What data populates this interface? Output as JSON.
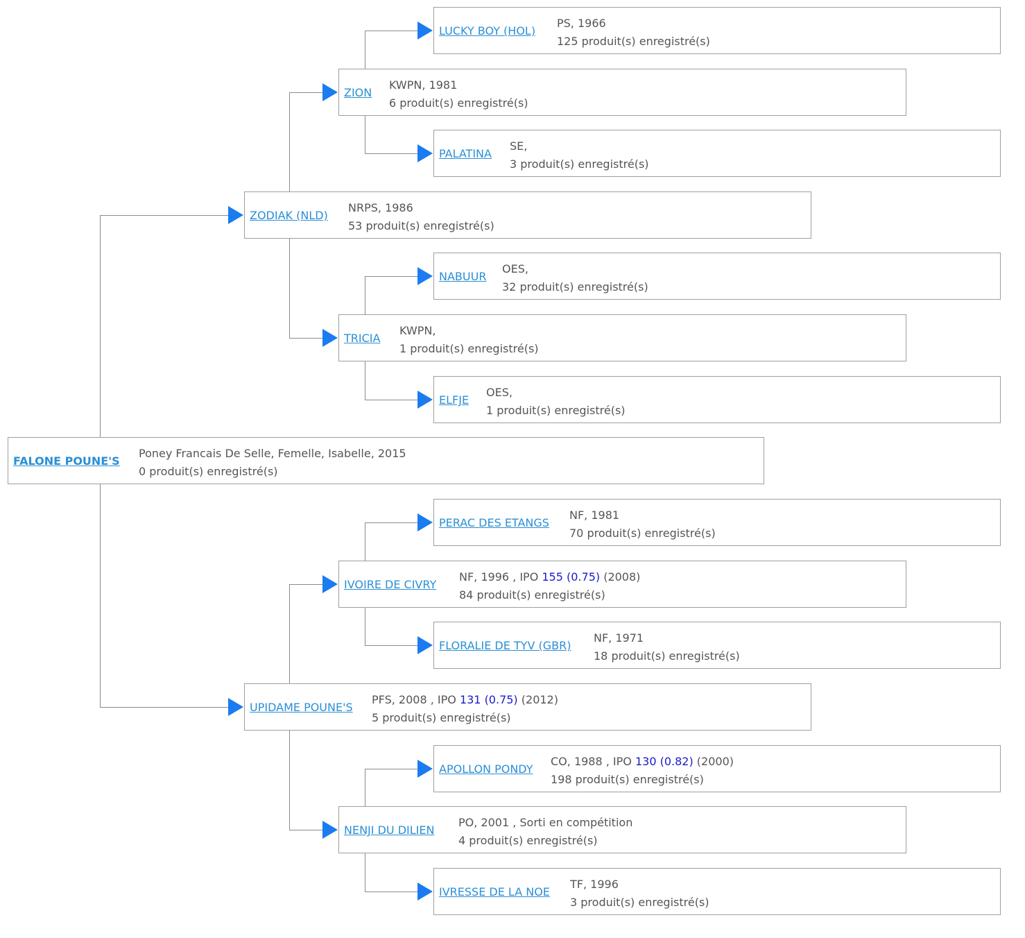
{
  "nodes": [
    {
      "id": "subject",
      "name": "FALONE POUNE'S",
      "meta": "Poney Francais De Selle, Femelle, Isabelle, 2015",
      "count": "0 produit(s) enregistré(s)"
    },
    {
      "id": "sire",
      "name": "ZODIAK (NLD)",
      "meta": "NRPS, 1986",
      "count": "53 produit(s) enregistré(s)"
    },
    {
      "id": "sire_sire",
      "name": "ZION",
      "meta": "KWPN, 1981",
      "count": "6 produit(s) enregistré(s)"
    },
    {
      "id": "sire_sire_sire",
      "name": "LUCKY BOY (HOL)",
      "meta": "PS, 1966",
      "count": "125 produit(s) enregistré(s)"
    },
    {
      "id": "sire_sire_dam",
      "name": "PALATINA",
      "meta": "SE,",
      "count": "3 produit(s) enregistré(s)"
    },
    {
      "id": "sire_dam",
      "name": "TRICIA",
      "meta": "KWPN,",
      "count": "1 produit(s) enregistré(s)"
    },
    {
      "id": "sire_dam_sire",
      "name": "NABUUR",
      "meta": "OES,",
      "count": "32 produit(s) enregistré(s)"
    },
    {
      "id": "sire_dam_dam",
      "name": "ELFJE",
      "meta": "OES,",
      "count": "1 produit(s) enregistré(s)"
    },
    {
      "id": "dam",
      "name": "UPIDAME POUNE'S",
      "meta": "PFS, 2008 , IPO",
      "ipo": "131 (0.75)",
      "meta_after": "(2012)",
      "count": "5 produit(s) enregistré(s)"
    },
    {
      "id": "dam_sire",
      "name": "IVOIRE DE CIVRY",
      "meta": "NF, 1996 , IPO",
      "ipo": "155 (0.75)",
      "meta_after": "(2008)",
      "count": "84 produit(s) enregistré(s)"
    },
    {
      "id": "dam_sire_sire",
      "name": "PERAC DES ETANGS",
      "meta": "NF, 1981",
      "count": "70 produit(s) enregistré(s)"
    },
    {
      "id": "dam_sire_dam",
      "name": "FLORALIE DE TYV (GBR)",
      "meta": "NF, 1971",
      "count": "18 produit(s) enregistré(s)"
    },
    {
      "id": "dam_dam",
      "name": "NENJI DU DILIEN",
      "meta": "PO, 2001 , Sorti en compétition",
      "count": "4 produit(s) enregistré(s)"
    },
    {
      "id": "dam_dam_sire",
      "name": "APOLLON PONDY",
      "meta": "CO, 1988 , IPO",
      "ipo": "130 (0.82)",
      "meta_after": "(2000)",
      "count": "198 produit(s) enregistré(s)"
    },
    {
      "id": "dam_dam_dam",
      "name": "IVRESSE DE LA NOE",
      "meta": "TF, 1996",
      "count": "3 produit(s) enregistré(s)"
    }
  ],
  "colors": {
    "link": "#2a8fd6",
    "ipo": "#1a1acc",
    "arrow": "#1a7cf0",
    "border": "#9e9e9e",
    "line": "#8a8a8a",
    "text": "#555555"
  }
}
